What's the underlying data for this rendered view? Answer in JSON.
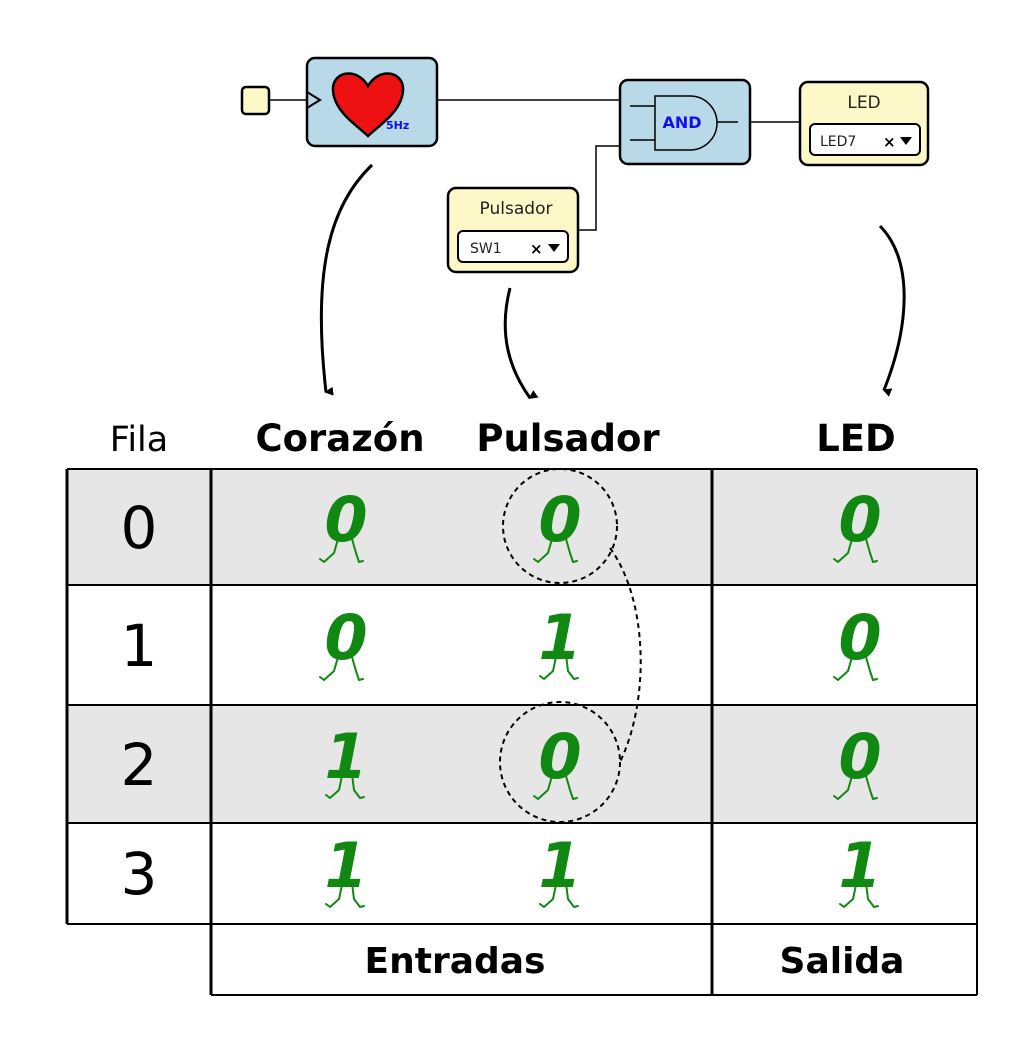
{
  "circuit": {
    "heart_freq": "5Hz",
    "gate_label": "AND",
    "button_block": {
      "title": "Pulsador",
      "value": "SW1",
      "clear": "×"
    },
    "led_block": {
      "title": "LED",
      "value": "LED7",
      "clear": "×"
    }
  },
  "table": {
    "headers": {
      "row": "Fila",
      "col1": "Corazón",
      "col2": "Pulsador",
      "col3": "LED"
    },
    "rows": [
      {
        "n": "0",
        "a": "0",
        "b": "0",
        "out": "0"
      },
      {
        "n": "1",
        "a": "0",
        "b": "1",
        "out": "0"
      },
      {
        "n": "2",
        "a": "1",
        "b": "0",
        "out": "0"
      },
      {
        "n": "3",
        "a": "1",
        "b": "1",
        "out": "1"
      }
    ],
    "footer": {
      "inputs": "Entradas",
      "output": "Salida"
    }
  },
  "colors": {
    "block_blue": "#b8d9e8",
    "block_yellow": "#fcf8c8",
    "heart_red": "#ee1111",
    "digit_green": "#118811",
    "row_shade": "#e6e6e6"
  }
}
